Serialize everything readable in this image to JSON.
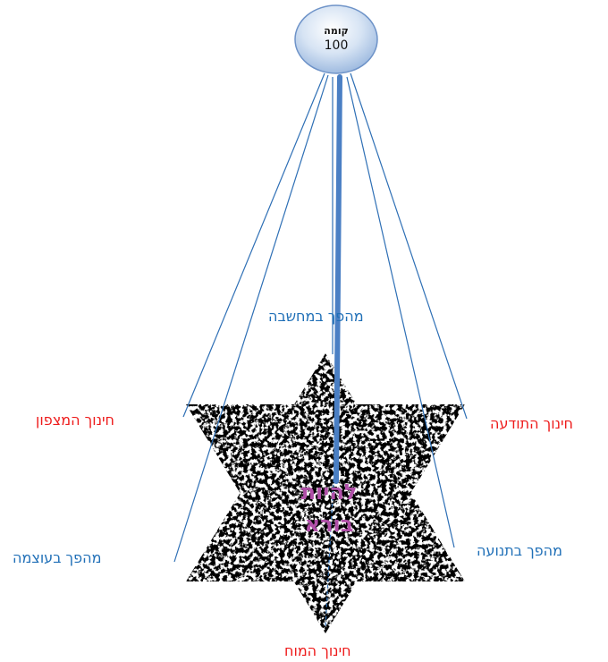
{
  "node": {
    "title": "קומה",
    "value": "100"
  },
  "center": {
    "line1": "להיות",
    "line2": "בורא"
  },
  "labels": {
    "top_center": "מהפך במחשבה",
    "left_upper": "חינוך המצפון",
    "right_upper": "חינוך התודעה",
    "left_lower": "מהפך בעוצמה",
    "right_lower": "מהפך בתנועה",
    "bottom": "חינוך המוח"
  },
  "colors": {
    "red_label": "#ee1c1c",
    "blue_label": "#1f6fb7",
    "node_fill": "#c6d9f1",
    "center_text": "#b04fa8",
    "lines": "#2e6fb5"
  }
}
